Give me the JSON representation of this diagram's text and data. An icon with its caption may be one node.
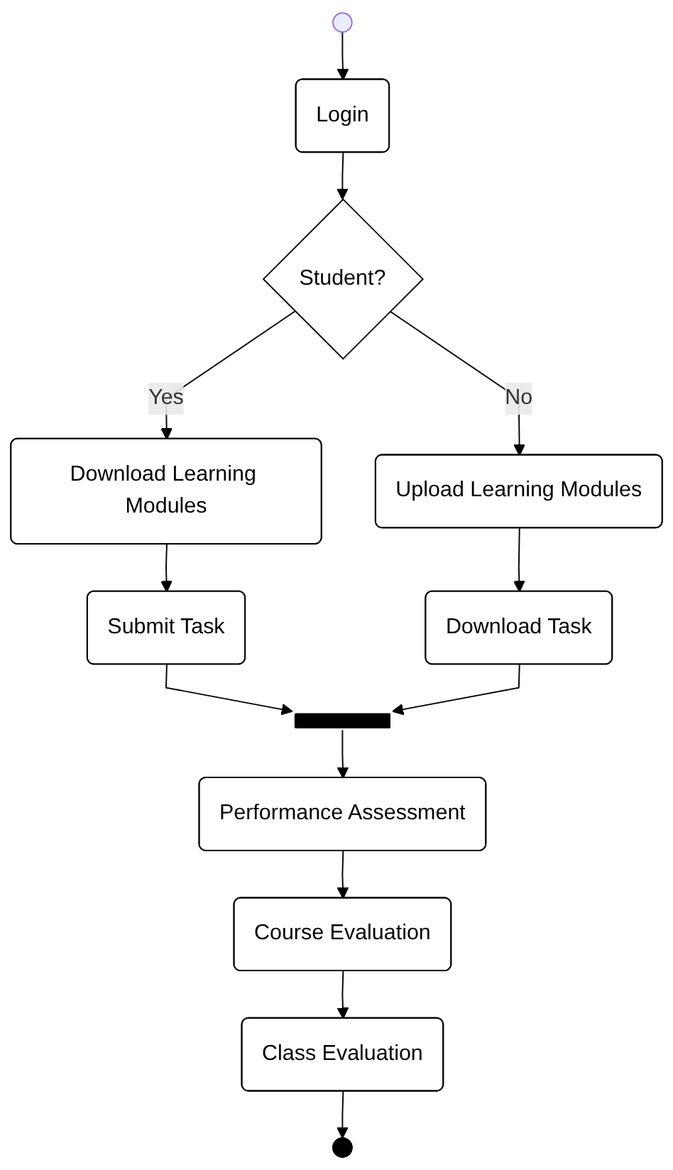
{
  "diagram": {
    "nodes": [
      {
        "text": [],
        "shape": "circle"
      },
      {
        "text": [
          "Login"
        ]
      },
      {
        "text": [
          "Student?"
        ]
      },
      {
        "text": [
          "Download Learning Modules"
        ]
      },
      {
        "text": [
          "Upload Learning Modules"
        ]
      },
      {
        "text": [
          "Submit Task"
        ]
      },
      {
        "text": [
          "Download Task"
        ]
      },
      {
        "text": [],
        "shape": "bar"
      },
      {
        "text": [
          "Performance Assessment"
        ]
      },
      {
        "text": [
          "Course Evaluation"
        ]
      },
      {
        "text": [
          "Class Evaluation"
        ]
      },
      {
        "text": [],
        "shape": "circle"
      }
    ],
    "edges": [
      {
        "from": 0,
        "to": 1,
        "arrow": "to"
      },
      {
        "from": 1,
        "to": 2,
        "arrow": "to"
      },
      {
        "from": 2,
        "to": 3,
        "arrow": "to",
        "label": "Yes"
      },
      {
        "from": 2,
        "to": 4,
        "arrow": "to",
        "label": "No"
      },
      {
        "from": 3,
        "to": 5,
        "arrow": "to"
      },
      {
        "from": 4,
        "to": 6,
        "arrow": "to"
      },
      {
        "from": 5,
        "to": 7,
        "arrow": "to"
      },
      {
        "from": 6,
        "to": 7,
        "arrow": "to"
      },
      {
        "from": 7,
        "to": 8,
        "arrow": "to"
      },
      {
        "from": 8,
        "to": 9,
        "arrow": "to"
      },
      {
        "from": 9,
        "to": 10,
        "arrow": "to"
      },
      {
        "from": 10,
        "to": 11,
        "arrow": "to"
      }
    ]
  }
}
